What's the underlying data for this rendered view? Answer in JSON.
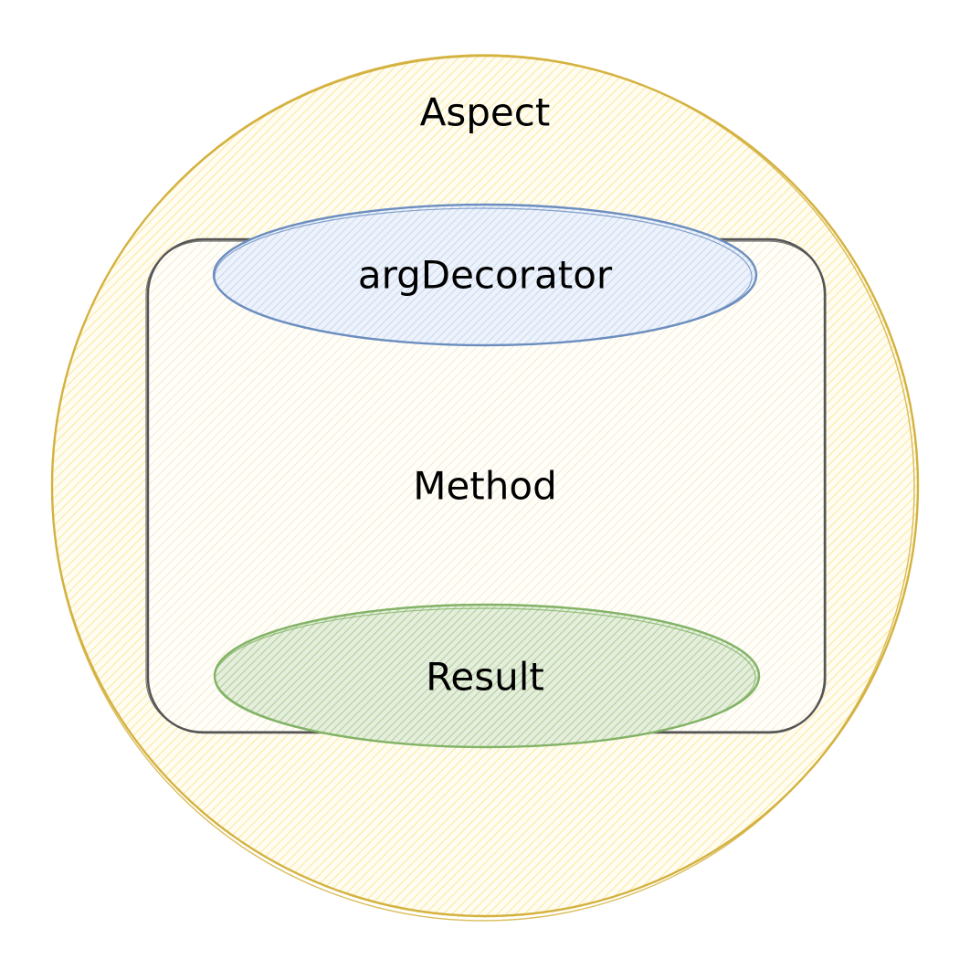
{
  "diagram": {
    "outer": {
      "label": "Aspect",
      "fill": "#fce9a8",
      "stroke": "#d4b240"
    },
    "method": {
      "label": "Method",
      "fill": "#f8f4ea",
      "stroke": "#555555"
    },
    "arg_decorator": {
      "label": "argDecorator",
      "fill": "#cfdcf3",
      "stroke": "#6c8ebf"
    },
    "result": {
      "label": "Result",
      "fill": "#c7dcb5",
      "stroke": "#82b366"
    }
  }
}
